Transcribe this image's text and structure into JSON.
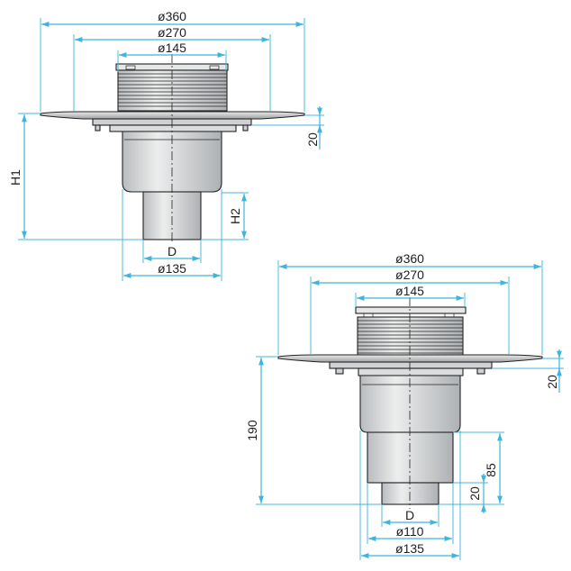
{
  "top_view": {
    "dim_d360": "ø360",
    "dim_d270": "ø270",
    "dim_d145": "ø145",
    "dim_h1": "H1",
    "dim_20": "20",
    "dim_h2": "H2",
    "dim_d": "D",
    "dim_d135": "ø135"
  },
  "bottom_view": {
    "dim_d360": "ø360",
    "dim_d270": "ø270",
    "dim_d145": "ø145",
    "dim_190": "190",
    "dim_20_right": "20",
    "dim_85": "85",
    "dim_20_lower": "20",
    "dim_d": "D",
    "dim_d110": "ø110",
    "dim_d135": "ø135"
  },
  "colors": {
    "dimension_line": "#3fb4dc",
    "part_outline": "#222222",
    "part_fill": "#d9dadb",
    "part_shade": "#c4c6c8"
  }
}
